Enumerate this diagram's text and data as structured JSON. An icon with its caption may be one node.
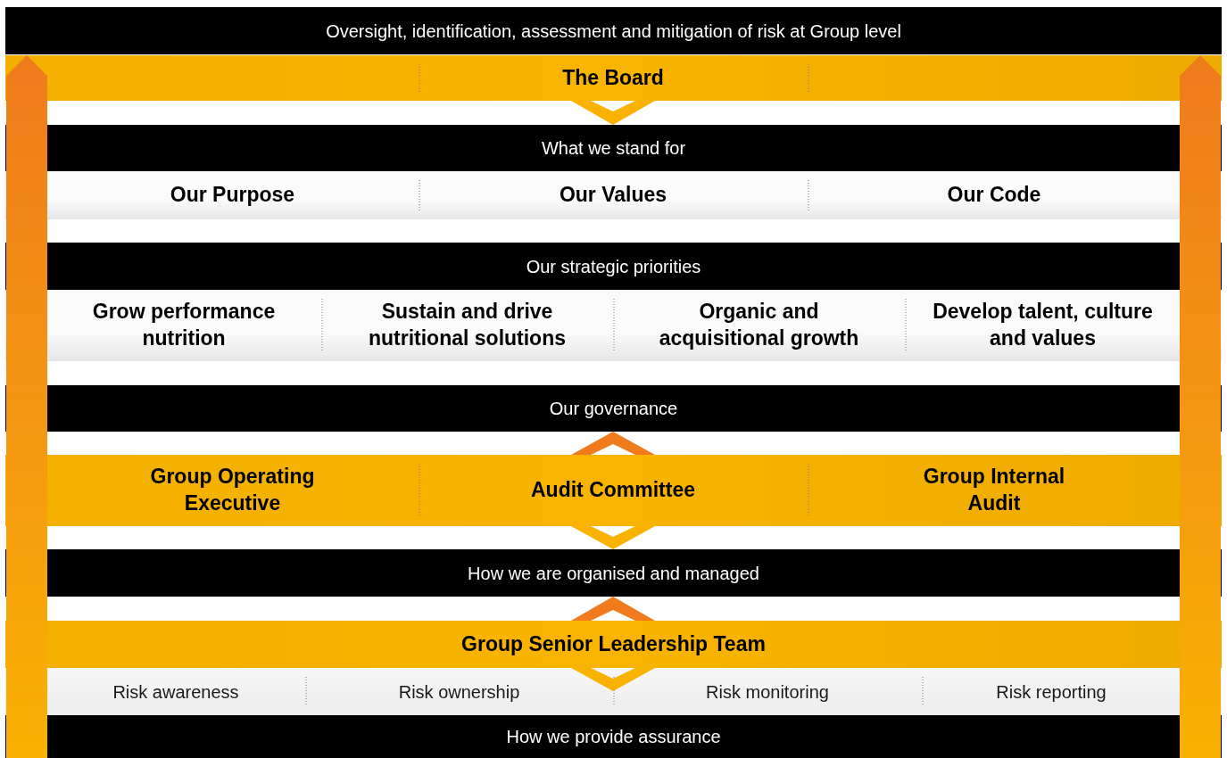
{
  "diagram": {
    "nodes": [
      {
        "text": [
          "Oversight, identification, assessment and mitigation of risk at Group level"
        ]
      },
      {
        "text": [
          "The Board"
        ]
      },
      {
        "text": [
          "What we stand for"
        ]
      },
      {
        "text": [
          "Our Purpose",
          "Our Values",
          "Our Code"
        ]
      },
      {
        "text": [
          "Our strategic priorities"
        ]
      },
      {
        "text": [
          "Grow performance nutrition",
          "Sustain and drive nutritional solutions",
          "Organic and acquisitional growth",
          "Develop talent, culture and values"
        ]
      },
      {
        "text": [
          "Our governance"
        ]
      },
      {
        "text": [
          "Group Operating Executive",
          "Audit Committee",
          "Group Internal Audit"
        ]
      },
      {
        "text": [
          "How we are organised and managed"
        ]
      },
      {
        "text": [
          "Group Senior Leadership Team"
        ]
      },
      {
        "text": [
          "Risk awareness",
          "Risk ownership",
          "Risk monitoring",
          "Risk reporting"
        ]
      },
      {
        "text": [
          "How we provide assurance"
        ]
      }
    ],
    "edges": [
      {
        "from": 1,
        "to": 2,
        "arrow": "to"
      },
      {
        "from": 7,
        "to": 6,
        "arrow": "to",
        "color": "#ef7b1c"
      },
      {
        "from": 7,
        "to": 8,
        "arrow": "to"
      },
      {
        "from": 9,
        "to": 8,
        "arrow": "to",
        "color": "#ef7b1c"
      },
      {
        "from": 9,
        "to": null,
        "arrow": "to"
      }
    ]
  }
}
